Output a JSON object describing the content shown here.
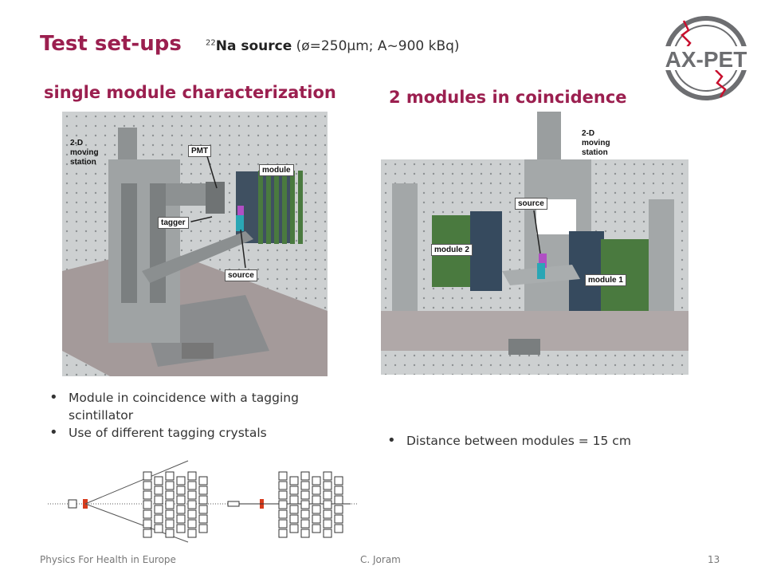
{
  "slide": {
    "title": "Test set-ups",
    "source": {
      "superscript": "22",
      "bold": "Na source",
      "rest": " (ø=250μm; A~900 kBq)"
    },
    "logo_text": "AX-PET",
    "left": {
      "heading": "single module characterization",
      "labels": {
        "station": "2-D\nmoving\nstation",
        "pmt": "PMT",
        "module": "module",
        "tagger": "tagger",
        "source": "source"
      },
      "bullets": [
        "Module in coincidence with a tagging scintillator",
        "Use of different tagging crystals"
      ]
    },
    "right": {
      "heading": "2 modules in coincidence",
      "labels": {
        "station": "2-D\nmoving\nstation",
        "source": "source",
        "module2": "module 2",
        "module1": "module 1"
      },
      "bullets": [
        "Distance between modules = 15 cm"
      ]
    },
    "footer": {
      "left": "Physics For Health in Europe",
      "center": "C. Joram",
      "page": "13"
    }
  },
  "colors": {
    "accent": "#9b1f4f",
    "logo_red": "#c8102e",
    "logo_grey": "#6d6e71"
  }
}
